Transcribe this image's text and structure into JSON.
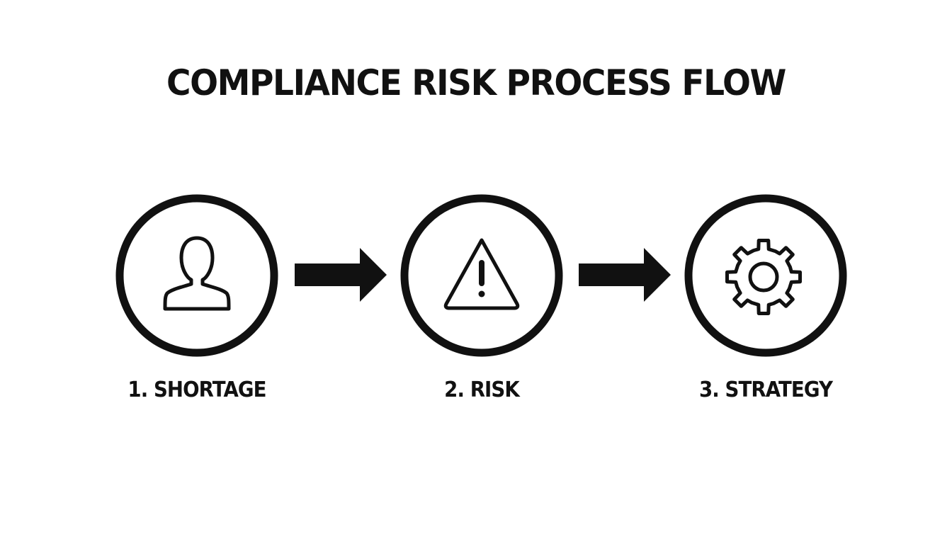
{
  "title": "COMPLIANCE RISK PROCESS FLOW",
  "steps": [
    {
      "label": "1. SHORTAGE",
      "icon": "person-icon"
    },
    {
      "label": "2. RISK",
      "icon": "warning-icon"
    },
    {
      "label": "3. STRATEGY",
      "icon": "gear-icon"
    }
  ],
  "colors": {
    "ink": "#111111",
    "background": "#ffffff"
  }
}
